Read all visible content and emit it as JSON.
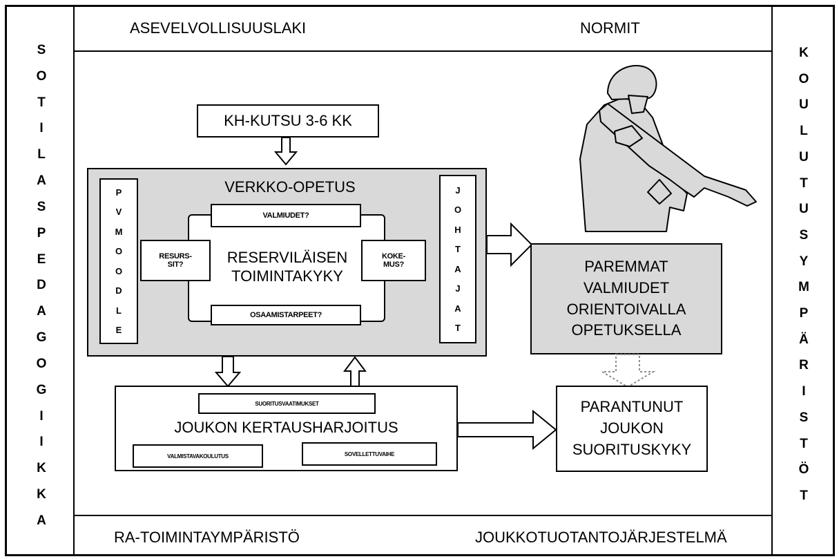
{
  "frame": {
    "top_left_label": "ASEVELVOLLISUUSLAKI",
    "top_right_label": "NORMIT",
    "bottom_left_label": "RA-TOIMINTAYMPÄRISTÖ",
    "bottom_right_label": "JOUKKOTUOTANTOJÄRJESTELMÄ",
    "left_vertical": [
      "S",
      "O",
      "T",
      "I",
      "L",
      "A",
      "S",
      "P",
      "E",
      "D",
      "A",
      "G",
      "O",
      "G",
      "I",
      "I",
      "K",
      "K",
      "A"
    ],
    "right_vertical": [
      "K",
      "O",
      "U",
      "L",
      "U",
      "T",
      "U",
      "S",
      "Y",
      "M",
      "P",
      "Ä",
      "R",
      "I",
      "S",
      "T",
      "Ö",
      "T"
    ]
  },
  "call_box": "KH-KUTSU  3-6 KK",
  "online": {
    "title": "VERKKO-OPETUS",
    "left_vertical": [
      "P",
      "V",
      "M",
      "O",
      "O",
      "D",
      "L",
      "E"
    ],
    "right_vertical": [
      "J",
      "O",
      "H",
      "T",
      "A",
      "J",
      "A",
      "T"
    ],
    "top_label": "VALMIUDET?",
    "left_label_line1": "RESURS-",
    "left_label_line2": "SIT?",
    "right_label_line1": "KOKE-",
    "right_label_line2": "MUS?",
    "center_line1": "RESERVILÄISEN",
    "center_line2": "TOIMINTAKYKY",
    "bottom_label": "OSAAMISTARPEET?"
  },
  "result_box": [
    "PAREMMAT",
    "VALMIUDET",
    "ORIENTOIVALLA",
    "OPETUKSELLA"
  ],
  "exercise": {
    "top_label": "SUORITUSVAATIMUKSET",
    "title": "JOUKON KERTAUSHARJOITUS",
    "left_label": "VALMISTAVAKOULUTUS",
    "right_label": "SOVELLETTUVAIHE"
  },
  "outcome_box": [
    "PARANTUNUT",
    "JOUKON",
    "SUORITUSKYKY"
  ],
  "colors": {
    "panel_fill": "#d9d9d9",
    "silhouette_fill": "#d9d9d9",
    "line": "#000000"
  }
}
